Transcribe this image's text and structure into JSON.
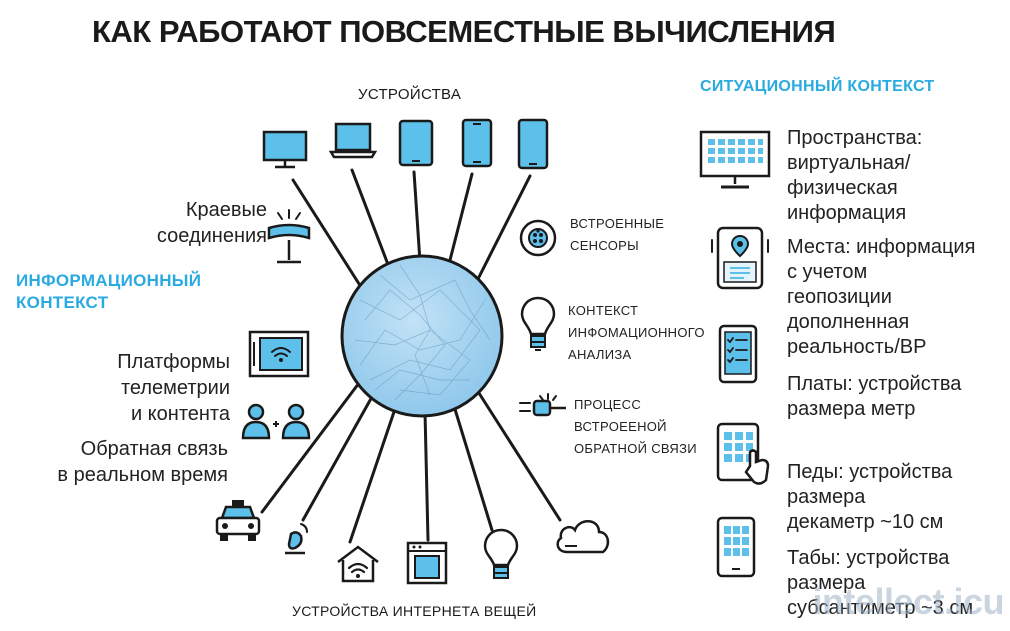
{
  "title": "КАК РАБОТАЮТ ПОВСЕМЕСТНЫЕ ВЫЧИСЛЕНИЯ",
  "devices_label": "УСТРОЙСТВА",
  "iot_label": "УСТРОЙСТВА ИНТЕРНЕТА ВЕЩЕЙ",
  "info_context": {
    "line1": "ИНФОРМАЦИОННЫЙ",
    "line2": "КОНТЕКСТ"
  },
  "situational_context": "СИТУАЦИОННЫЙ КОНТЕКСТ",
  "left_labels": {
    "edge": {
      "line1": "Краевые",
      "line2": "соединения"
    },
    "platforms": {
      "line1": "Платформы",
      "line2": "телеметрии",
      "line3": "и контента"
    },
    "feedback": {
      "line1": "Обратная связь",
      "line2": "в реальном время"
    }
  },
  "middle_labels": {
    "sensors": {
      "line1": "ВСТРОЕННЫЕ",
      "line2": "СЕНСОРЫ"
    },
    "analysis": {
      "line1": "КОНТЕКСТ",
      "line2": "ИНФОМАЦИОННОГО",
      "line3": "АНАЛИЗА"
    },
    "process": {
      "line1": "ПРОЦЕСС",
      "line2": "ВСТРОЕЕНОЙ",
      "line3": "ОБРАТНОЙ СВЯЗИ"
    }
  },
  "right_items": [
    {
      "lines": [
        "Пространства:",
        "виртуальная/",
        "физическая",
        "информация"
      ],
      "icon": "monitor-grid-icon"
    },
    {
      "lines": [
        "Места: информация",
        "с учетом",
        "геопозиции",
        "дополненная",
        "реальность/ВР"
      ],
      "icon": "phone-location-icon"
    },
    {
      "lines": [
        "Платы: устройства",
        "размера метр"
      ],
      "icon": "tablet-checklist-icon"
    },
    {
      "lines": [
        "Педы: устройства",
        "размера",
        "декаметр ~10 см"
      ],
      "icon": "tablet-touch-icon"
    },
    {
      "lines": [
        "Табы: устройства",
        "размера",
        "субсантиметр ~3 см"
      ],
      "icon": "phone-grid-icon"
    }
  ],
  "watermark": "intellect.icu",
  "colors": {
    "accent": "#29aae1",
    "sphere": "#a9d4ef",
    "icon_fill": "#5cc0ea",
    "line": "#1a1a1a"
  }
}
